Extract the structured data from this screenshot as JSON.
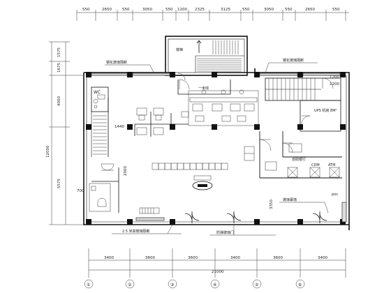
{
  "dimensions": {
    "top_segments": [
      "550",
      "2650",
      "550",
      "3050",
      "550",
      "1200",
      "2325",
      "3125",
      "550",
      "3050",
      "550",
      "2650",
      "550"
    ],
    "left_outer": [
      "1575",
      "1675",
      "4000",
      "5575"
    ],
    "left_total": "12000",
    "left_inner": [
      "1440",
      "2000",
      "700"
    ],
    "bottom_segments": [
      "3400",
      "3600",
      "3600",
      "3400",
      "3600",
      "3400"
    ],
    "bottom_total": "21000",
    "right_top": "1200",
    "stair_right": "1200",
    "atm_gap": "3350"
  },
  "axes": [
    "①",
    "②",
    "③",
    "④",
    "⑤",
    "⑥"
  ],
  "rooms": {
    "wc": "WC",
    "ups_room": "UPS 机房 8M²",
    "one_meter_line": "一米线",
    "cdm": "CDM",
    "atm": "ATM",
    "pos": "pos"
  },
  "annotations": {
    "top_left_callout": "钢化玻璃隔断",
    "top_right_callout": "钢化玻璃隔断",
    "stair_label": "楼梯",
    "bottom_left_callout": "2.5 米高玻璃隔断",
    "bottom_center_callout": "防弹玻璃门",
    "atm_zone": "自助银行",
    "bottom_right_callout": "玻璃幕墙"
  },
  "colors": {
    "line": "#111111",
    "background": "#ffffff"
  }
}
